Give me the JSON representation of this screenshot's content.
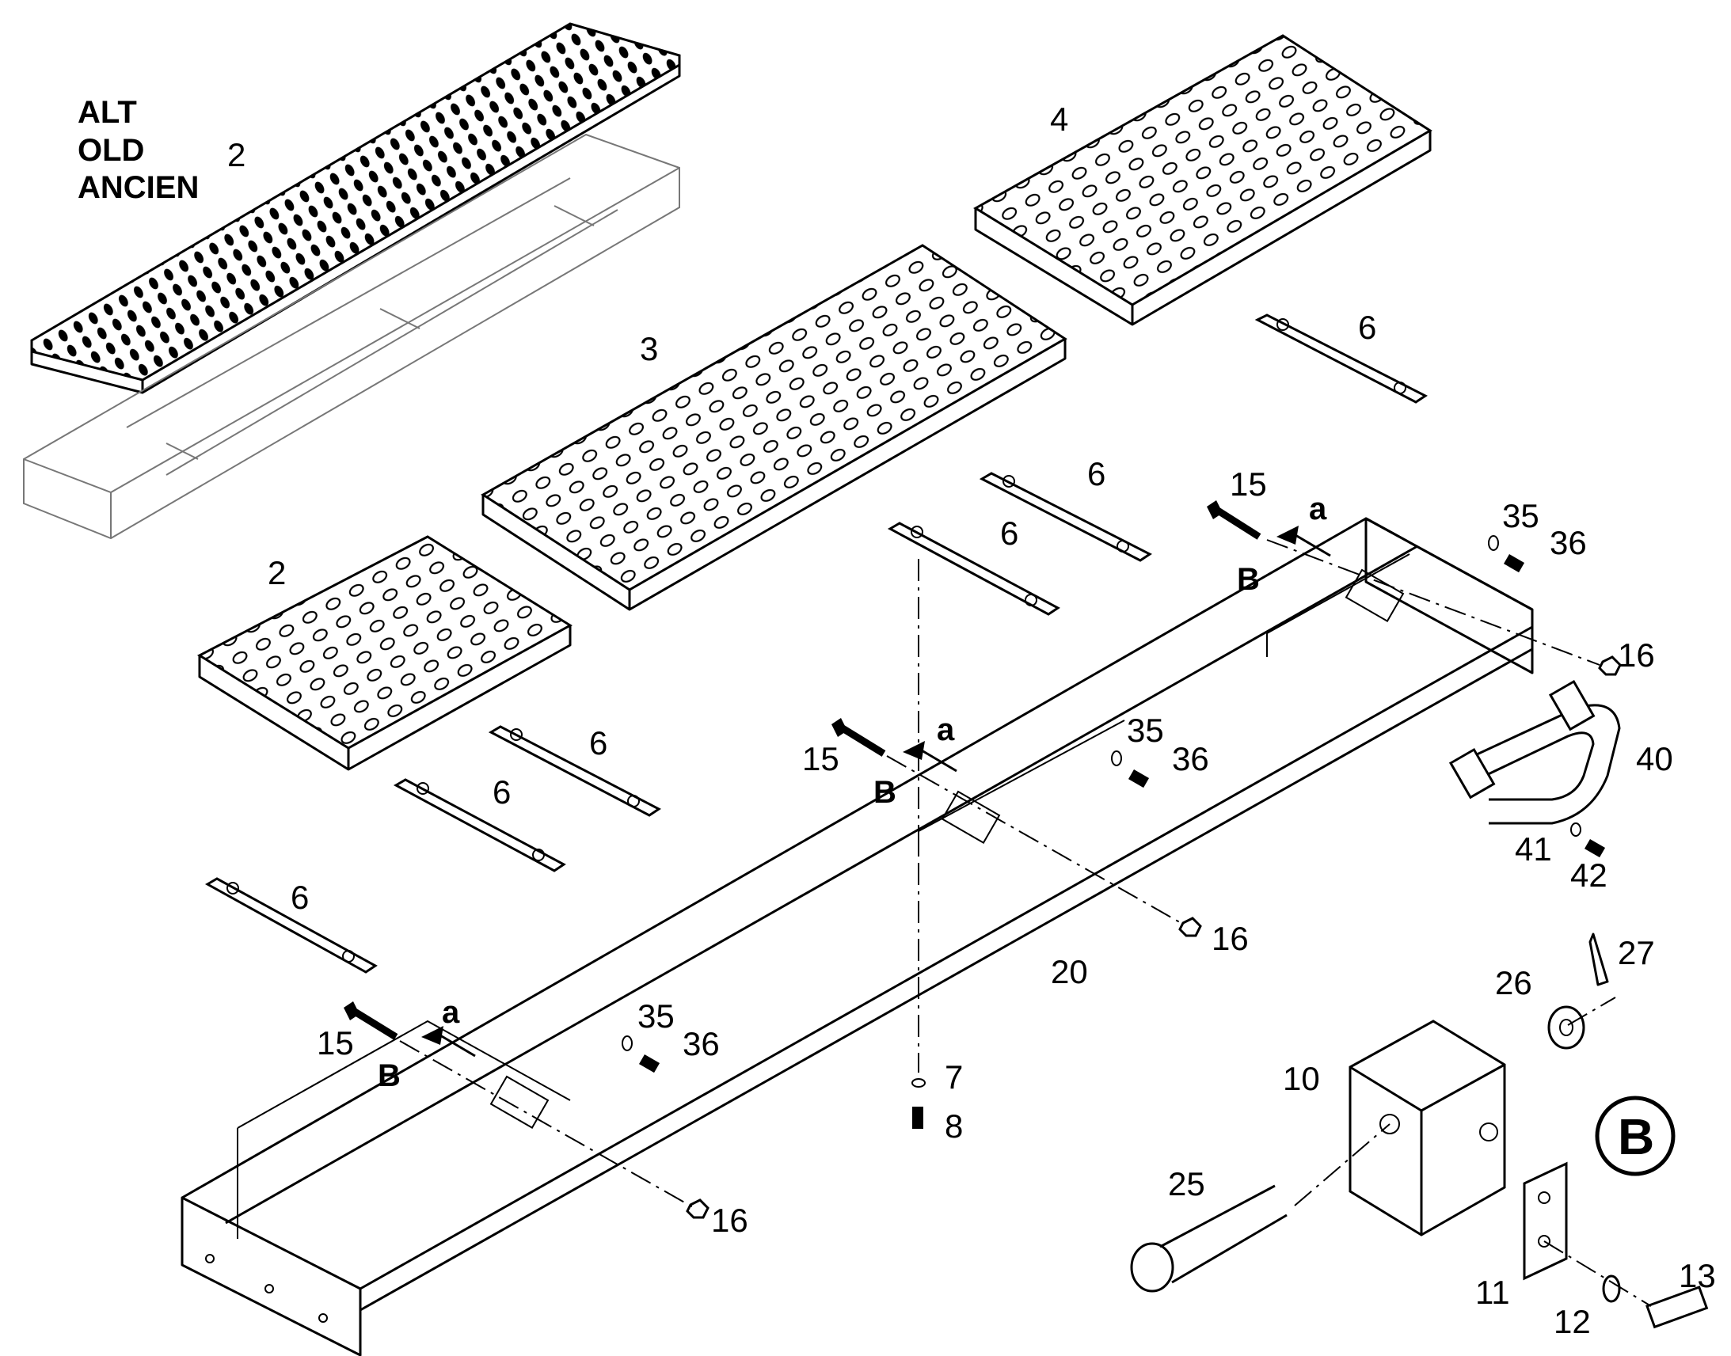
{
  "legacy_note": [
    "ALT",
    "OLD",
    "ANCIEN"
  ],
  "callouts": {
    "c2_old": "2",
    "c4": "4",
    "c3": "3",
    "c2": "2",
    "c6_a": "6",
    "c6_b": "6",
    "c6_c": "6",
    "c6_d": "6",
    "c6_e": "6",
    "c6_f": "6",
    "c15_a": "15",
    "c15_b": "15",
    "c15_c": "15",
    "a_1": "a",
    "a_2": "a",
    "a_3": "a",
    "B_1": "B",
    "B_2": "B",
    "B_3": "B",
    "c35_a": "35",
    "c36_a": "36",
    "c35_b": "35",
    "c36_b": "36",
    "c35_c": "35",
    "c36_c": "36",
    "c16_a": "16",
    "c16_b": "16",
    "c16_c": "16",
    "c40": "40",
    "c41": "41",
    "c42": "42",
    "c20": "20",
    "c7": "7",
    "c8": "8",
    "c27": "27",
    "c26": "26",
    "c10": "10",
    "c25": "25",
    "c11": "11",
    "c12": "12",
    "c13": "13"
  },
  "detail_marker": "B"
}
